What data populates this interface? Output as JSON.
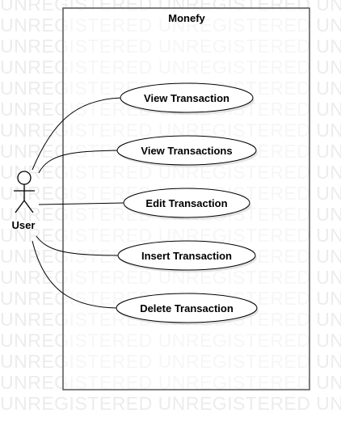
{
  "watermark": {
    "line_text": "UNREGISTERED UNREGISTERED UNREGISTERED"
  },
  "system": {
    "title": "Monefy"
  },
  "actor": {
    "label": "User"
  },
  "use_cases": [
    {
      "id": "view-transaction",
      "label": "View Transaction"
    },
    {
      "id": "view-transactions",
      "label": "View Transactions"
    },
    {
      "id": "edit-transaction",
      "label": "Edit Transaction"
    },
    {
      "id": "insert-transaction",
      "label": "Insert Transaction"
    },
    {
      "id": "delete-transaction",
      "label": "Delete Transaction"
    }
  ]
}
